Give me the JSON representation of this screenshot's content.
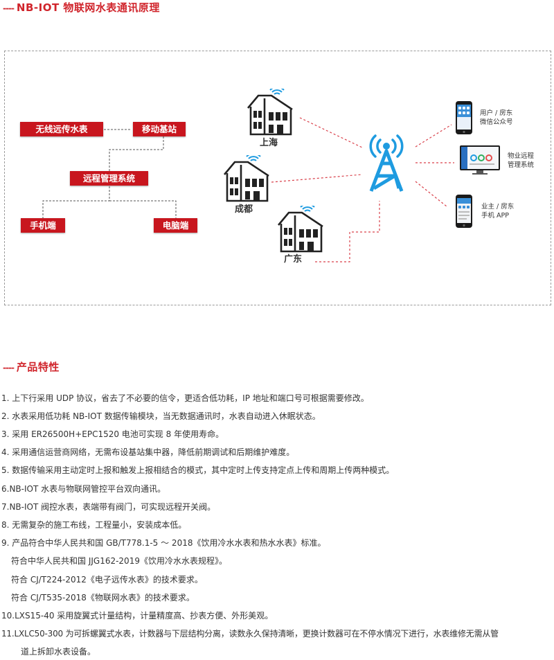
{
  "principle": {
    "dash": "----",
    "title": "NB-IOT 物联网水表通讯原理"
  },
  "diagram": {
    "nodes": {
      "meter": "无线远传水表",
      "base_station": "移动基站",
      "remote_mgmt": "远程管理系统",
      "mobile": "手机端",
      "pc": "电脑端"
    },
    "cities": {
      "shanghai": "上海",
      "chengdu": "成都",
      "guangdong": "广东"
    },
    "devices": {
      "wechat_line1": "用户 / 房东",
      "wechat_line2": "微信公众号",
      "property_line1": "物业远程",
      "property_line2": "管理系统",
      "app_line1": "业主 / 房东",
      "app_line2": "手机 APP"
    },
    "icons": [
      "house-icon",
      "wifi-icon",
      "signal-tower-icon",
      "phone-icon",
      "monitor-icon"
    ],
    "colors": {
      "accent": "#c8161e",
      "tower": "#1e9be0",
      "link": "#d9414b"
    }
  },
  "features": {
    "dash": "----",
    "title": "产品特性",
    "items": [
      "1. 上下行采用 UDP 协议，省去了不必要的信令，更适合低功耗，IP 地址和端口号可根据需要修改。",
      "2. 水表采用低功耗 NB-IOT 数据传输模块，当无数据通讯时，水表自动进入休眠状态。",
      "3. 采用 ER26500H+EPC1520 电池可实现 8 年使用寿命。",
      "4. 采用通信运营商网络，无需布设基站集中器，降低前期调试和后期维护难度。",
      "5. 数据传输采用主动定时上报和触发上报相结合的模式，其中定时上传支持定点上传和周期上传两种模式。",
      "6.NB-IOT 水表与物联网管控平台双向通讯。",
      "7.NB-IOT 阀控水表，表端带有阀门，可实现远程开关阀。",
      "8. 无需复杂的施工布线，工程量小，安装成本低。",
      "9. 产品符合中华人民共和国 GB/T778.1-5 ～ 2018《饮用冷水水表和热水水表》标准。",
      "   符合中华人民共和国 JJG162-2019《饮用冷水水表规程》。",
      "   符合 CJ/T224-2012《电子远传水表》的技术要求。",
      "   符合 CJ/T535-2018《物联网水表》的技术要求。",
      "10.LXS15-40 采用旋翼式计量结构，计量精度高、抄表方便、外形美观。",
      "11.LXLC50-300 为可拆螺翼式水表，计数器与下层结构分离，读数永久保持清晰，更换计数器可在不停水情况下进行，水表维修无需从管",
      "     道上拆卸水表设备。"
    ]
  }
}
